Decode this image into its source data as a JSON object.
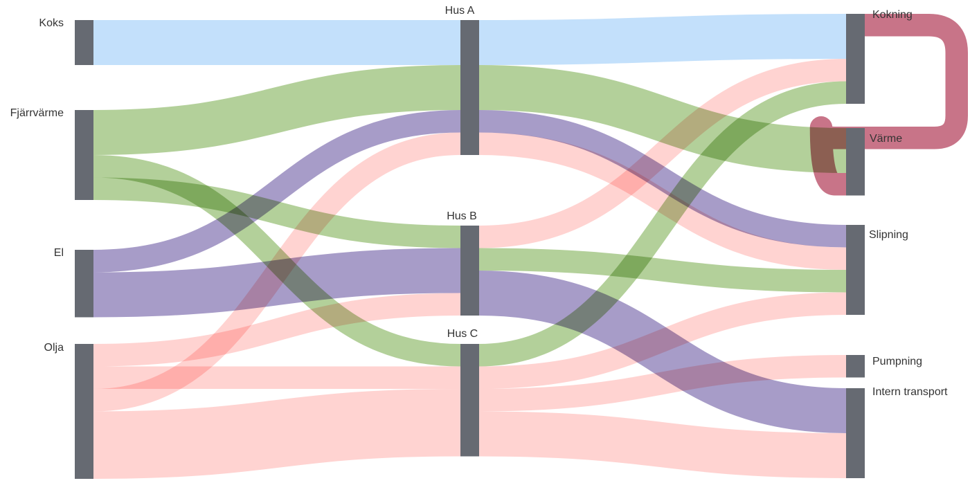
{
  "chart_data": {
    "type": "sankey",
    "colors": {
      "node": "#666a72",
      "koks": "#c3e0fb",
      "fjarrvarme": "#b3d09a",
      "el": "#a79cc8",
      "olja": "#ffd3d1",
      "loop": "#c87488"
    },
    "nodes": [
      {
        "id": "koks",
        "label": "Koks",
        "column": 0
      },
      {
        "id": "fjarrvarme",
        "label": "Fjärrvärme",
        "column": 0
      },
      {
        "id": "el",
        "label": "El",
        "column": 0
      },
      {
        "id": "olja",
        "label": "Olja",
        "column": 0
      },
      {
        "id": "husa",
        "label": "Hus A",
        "column": 1
      },
      {
        "id": "husb",
        "label": "Hus B",
        "column": 1
      },
      {
        "id": "husc",
        "label": "Hus C",
        "column": 1
      },
      {
        "id": "kokning",
        "label": "Kokning",
        "column": 2
      },
      {
        "id": "varme",
        "label": "Värme",
        "column": 2
      },
      {
        "id": "slipning",
        "label": "Slipning",
        "column": 2
      },
      {
        "id": "pumpning",
        "label": "Pumpning",
        "column": 2
      },
      {
        "id": "intern",
        "label": "Intern transport",
        "column": 2
      }
    ],
    "links": [
      {
        "source": "koks",
        "target": "husa",
        "value": 20,
        "color": "koks"
      },
      {
        "source": "fjarrvarme",
        "target": "husa",
        "value": 20,
        "color": "fjarrvarme"
      },
      {
        "source": "fjarrvarme",
        "target": "husc",
        "value": 10,
        "color": "fjarrvarme"
      },
      {
        "source": "fjarrvarme",
        "target": "husb",
        "value": 10,
        "color": "fjarrvarme"
      },
      {
        "source": "el",
        "target": "husa",
        "value": 10,
        "color": "el"
      },
      {
        "source": "el",
        "target": "husb",
        "value": 20,
        "color": "el"
      },
      {
        "source": "olja",
        "target": "husb",
        "value": 10,
        "color": "olja"
      },
      {
        "source": "olja",
        "target": "husc",
        "value": 10,
        "color": "olja"
      },
      {
        "source": "olja",
        "target": "husa",
        "value": 10,
        "color": "olja"
      },
      {
        "source": "olja",
        "target": "husc",
        "value": 30,
        "color": "olja"
      },
      {
        "source": "husa",
        "target": "kokning",
        "value": 20,
        "color": "koks"
      },
      {
        "source": "husa",
        "target": "varme",
        "value": 20,
        "color": "fjarrvarme"
      },
      {
        "source": "husa",
        "target": "slipning",
        "value": 10,
        "color": "el"
      },
      {
        "source": "husa",
        "target": "slipning",
        "value": 10,
        "color": "olja"
      },
      {
        "source": "husb",
        "target": "kokning",
        "value": 10,
        "color": "olja"
      },
      {
        "source": "husb",
        "target": "slipning",
        "value": 10,
        "color": "fjarrvarme"
      },
      {
        "source": "husb",
        "target": "intern",
        "value": 20,
        "color": "el"
      },
      {
        "source": "husc",
        "target": "kokning",
        "value": 10,
        "color": "fjarrvarme"
      },
      {
        "source": "husc",
        "target": "slipning",
        "value": 10,
        "color": "olja"
      },
      {
        "source": "husc",
        "target": "pumpning",
        "value": 10,
        "color": "olja"
      },
      {
        "source": "husc",
        "target": "intern",
        "value": 20,
        "color": "olja"
      },
      {
        "source": "kokning",
        "target": "varme",
        "value": 10,
        "color": "loop"
      }
    ]
  }
}
